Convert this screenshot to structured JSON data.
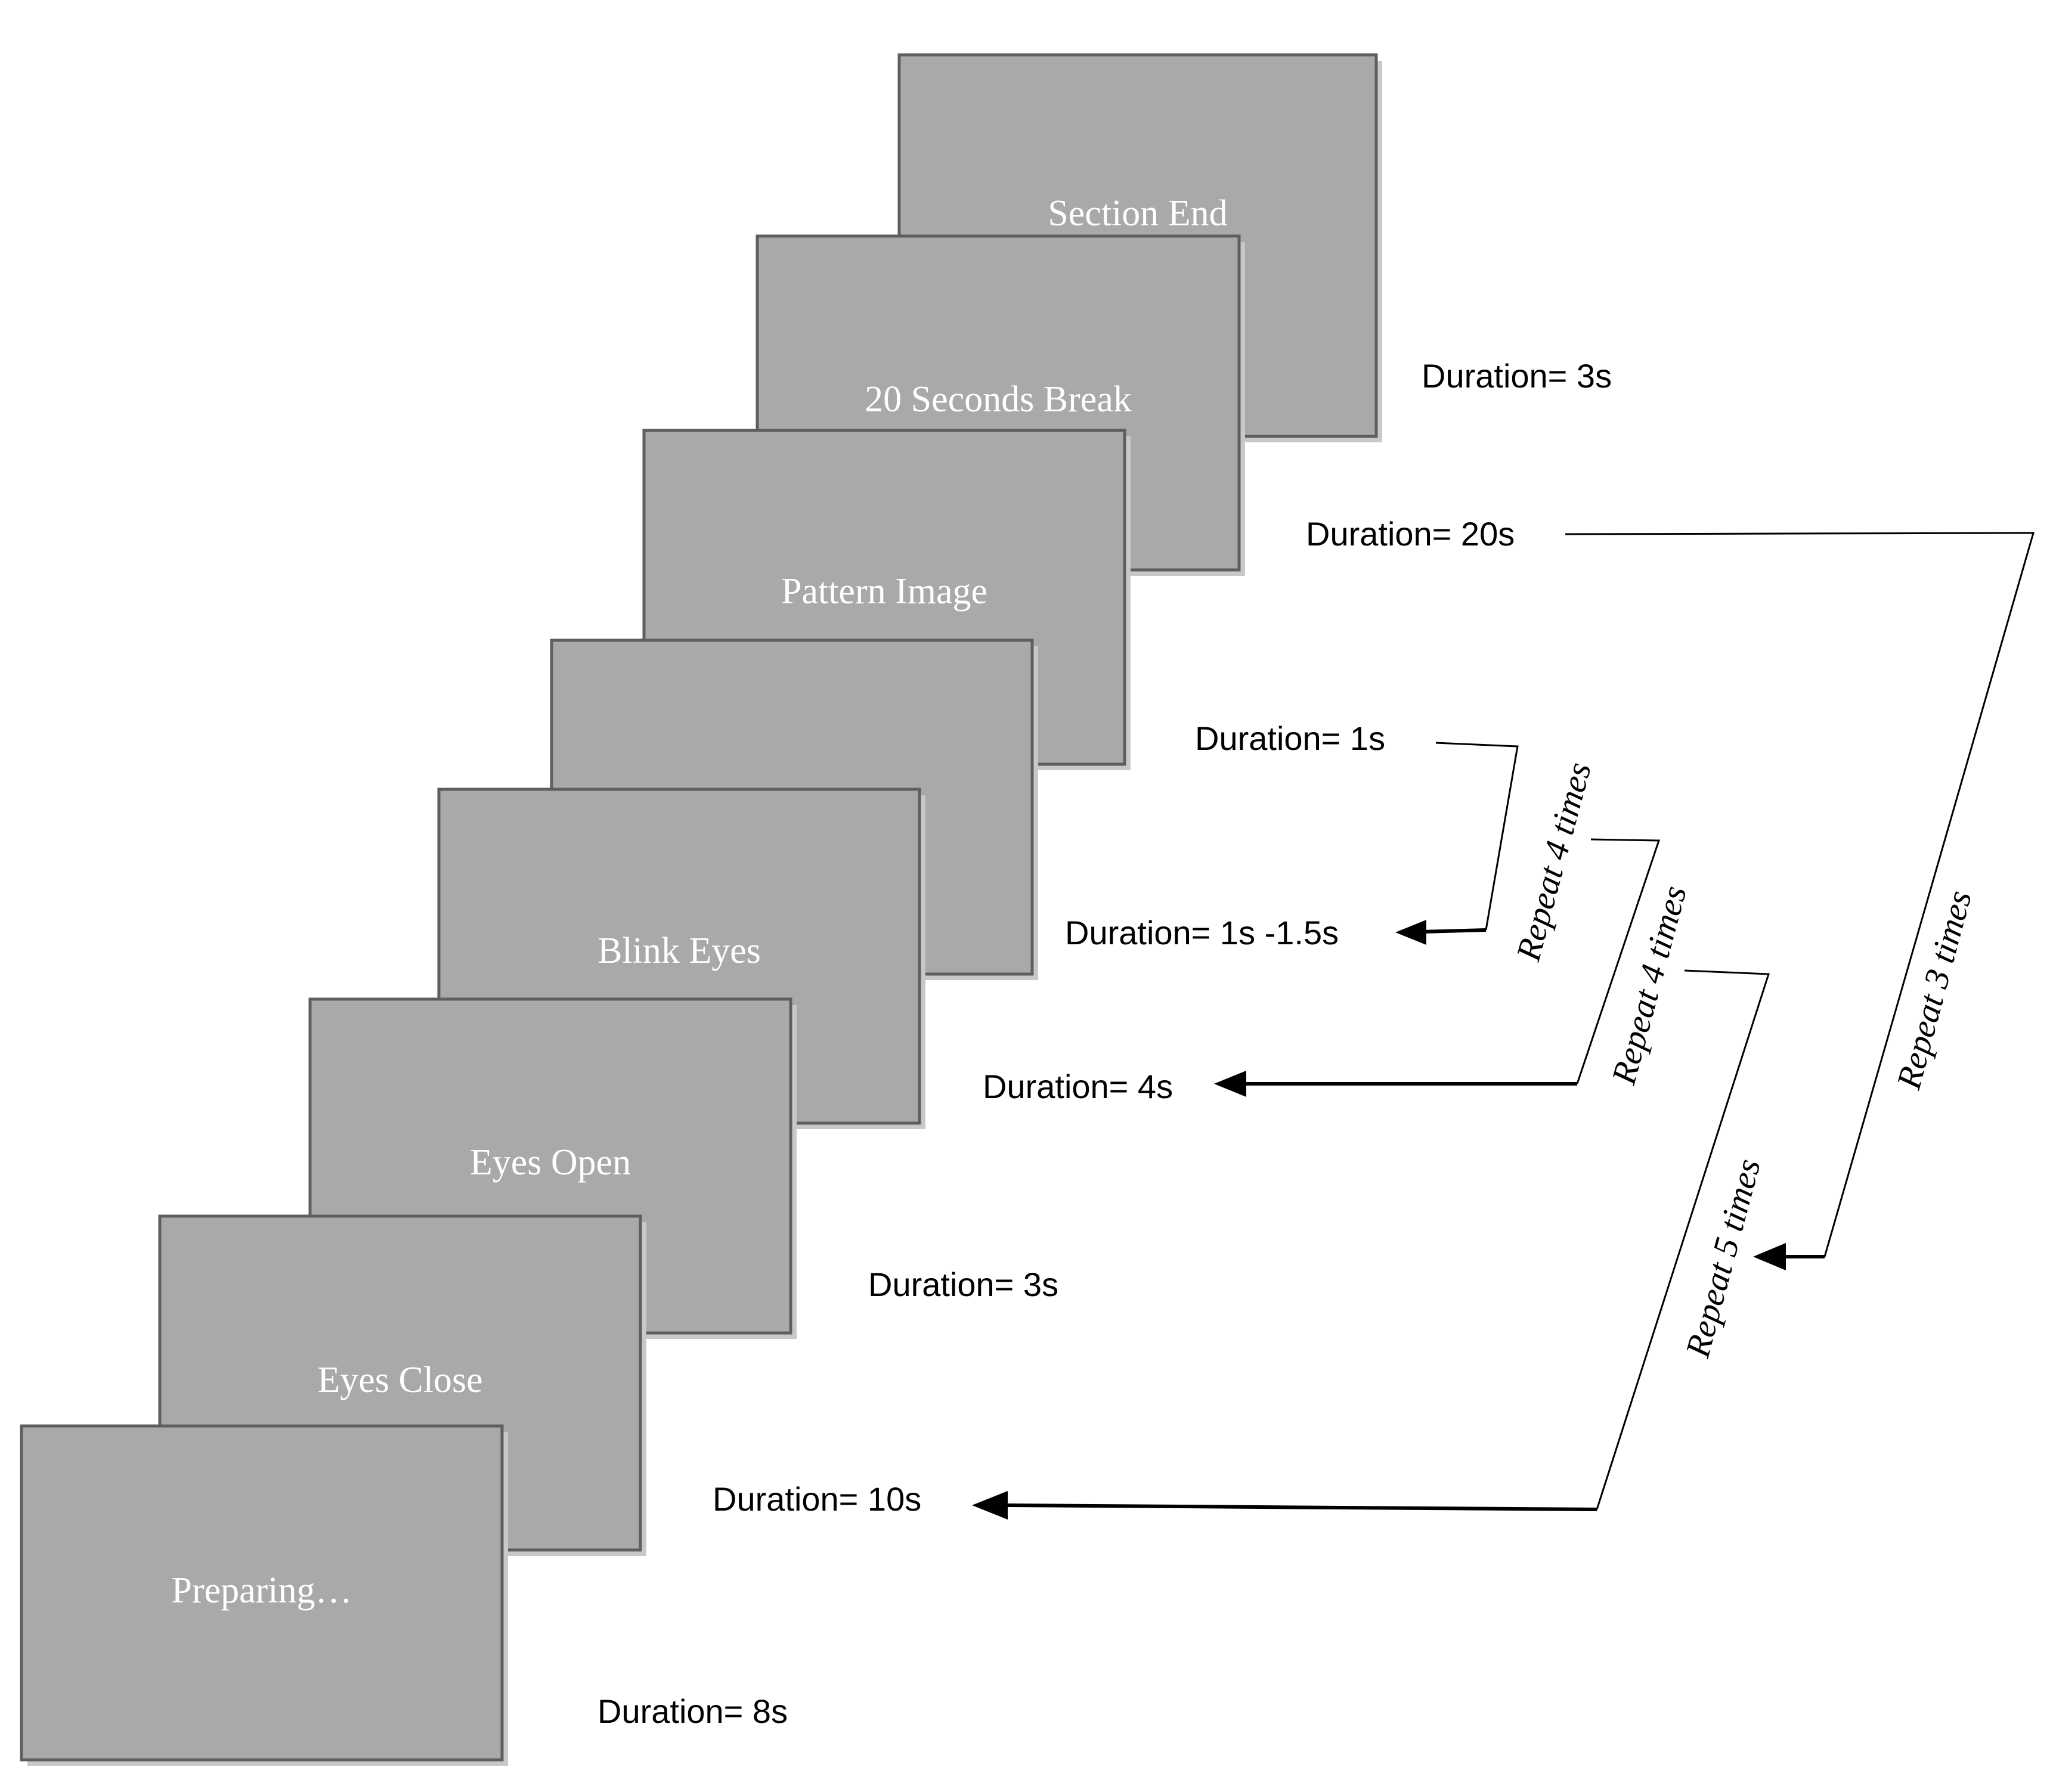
{
  "cards": [
    {
      "id": "section-end",
      "title": "Section End"
    },
    {
      "id": "break",
      "title": "20 Seconds Break"
    },
    {
      "id": "pattern-image",
      "title": "Pattern Image"
    },
    {
      "id": "blank",
      "title": ""
    },
    {
      "id": "blink-eyes",
      "title": "Blink Eyes"
    },
    {
      "id": "eyes-open",
      "title": "Eyes Open"
    },
    {
      "id": "eyes-close",
      "title": "Eyes Close"
    },
    {
      "id": "preparing",
      "title": "Preparing…"
    }
  ],
  "durations": {
    "section_end": "Duration= 3s",
    "break": "Duration= 20s",
    "pattern_image": "Duration= 1s",
    "blank": "Duration= 1s -1.5s",
    "blink_eyes": "Duration= 4s",
    "eyes_open": "Duration= 3s",
    "eyes_close": "Duration= 10s",
    "preparing": "Duration= 8s"
  },
  "repeats": {
    "inner": "Repeat 4 times",
    "middle": "Repeat 4 times",
    "outer_5": "Repeat 5 times",
    "outer_3": "Repeat 3 times"
  }
}
